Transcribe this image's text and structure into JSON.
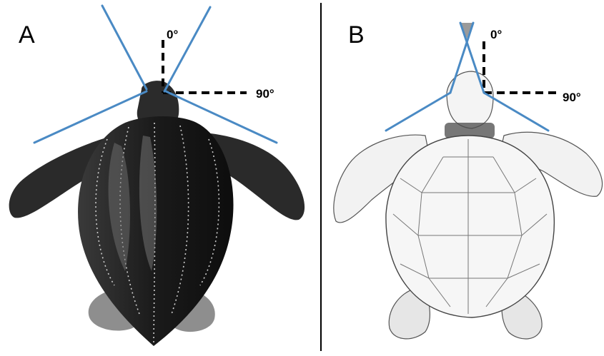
{
  "panels": [
    {
      "label": "A",
      "subject": "leatherback-turtle-illustration",
      "angle_labels": {
        "vertical": "0°",
        "horizontal": "90°"
      }
    },
    {
      "label": "B",
      "subject": "hard-shelled-turtle-illustration",
      "angle_labels": {
        "vertical": "0°",
        "horizontal": "90°"
      }
    }
  ],
  "colors": {
    "view_lines": "#4a8ac4",
    "reference_lines": "#000000",
    "divider": "#000000",
    "leatherback_body": "#1c1c1c",
    "leatherback_flipper": "#2a2a2a",
    "hardshell_outline": "#555555",
    "apex_marker": "#9a9a9a"
  }
}
